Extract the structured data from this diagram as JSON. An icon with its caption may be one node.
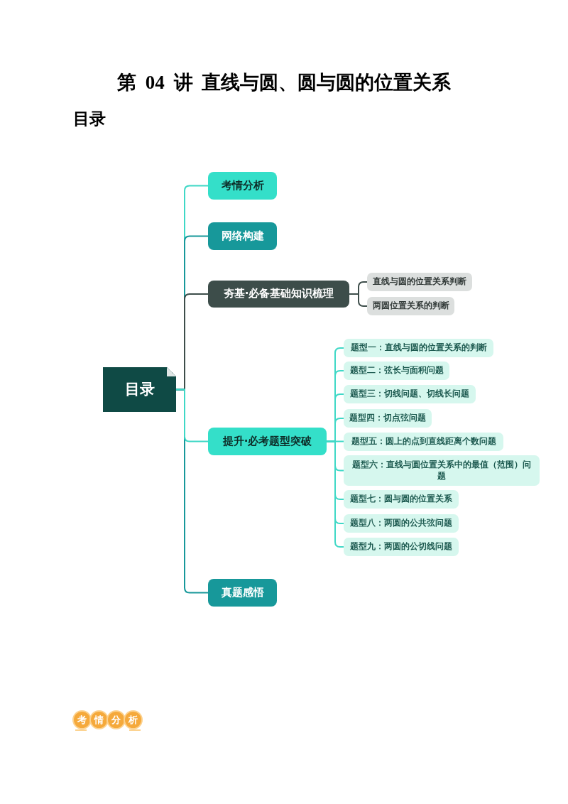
{
  "diagram": {
    "title": "第 04 讲 直线与圆、圆与圆的位置关系",
    "nodes": [
      {
        "text": [
          "目录"
        ]
      },
      {
        "text": [
          "考情分析"
        ]
      },
      {
        "text": [
          "网络构建"
        ]
      },
      {
        "text": [
          "夯基·必备基础知识梳理"
        ]
      },
      {
        "text": [
          "直线与圆的位置关系判断"
        ]
      },
      {
        "text": [
          "两圆位置关系的判断"
        ]
      },
      {
        "text": [
          "提升·必考题型突破"
        ]
      },
      {
        "text": [
          "题型一：直线与圆的位置关系的判断"
        ]
      },
      {
        "text": [
          "题型二：弦长与面积问题"
        ]
      },
      {
        "text": [
          "题型三：切线问题、切线长问题"
        ]
      },
      {
        "text": [
          "题型四：切点弦问题"
        ]
      },
      {
        "text": [
          "题型五：圆上的点到直线距离个数问题"
        ]
      },
      {
        "text": [
          "题型六：直线与圆位置关系中的最值（范围）问题"
        ]
      },
      {
        "text": [
          "题型七：圆与圆的位置关系"
        ]
      },
      {
        "text": [
          "题型八：两圆的公共弦问题"
        ]
      },
      {
        "text": [
          "题型九：两圆的公切线问题"
        ]
      },
      {
        "text": [
          "真题感悟"
        ]
      }
    ],
    "edges": [
      {
        "from": 0,
        "to": 1,
        "arrow": "none"
      },
      {
        "from": 0,
        "to": 2,
        "arrow": "none",
        "color": "#17989a"
      },
      {
        "from": 0,
        "to": 3,
        "arrow": "none",
        "color": "#3d4d4a"
      },
      {
        "from": 3,
        "to": 4,
        "arrow": "none",
        "color": "#3d4d4a"
      },
      {
        "from": 3,
        "to": 5,
        "arrow": "none",
        "color": "#3d4d4a"
      },
      {
        "from": 0,
        "to": 6,
        "arrow": "none"
      },
      {
        "from": 6,
        "to": 7,
        "arrow": "none"
      },
      {
        "from": 6,
        "to": 8,
        "arrow": "none"
      },
      {
        "from": 6,
        "to": 9,
        "arrow": "none"
      },
      {
        "from": 6,
        "to": 10,
        "arrow": "none"
      },
      {
        "from": 6,
        "to": 11,
        "arrow": "none"
      },
      {
        "from": 6,
        "to": 12,
        "arrow": "none"
      },
      {
        "from": 6,
        "to": 13,
        "arrow": "none"
      },
      {
        "from": 6,
        "to": 14,
        "arrow": "none"
      },
      {
        "from": 6,
        "to": 15,
        "arrow": "none"
      },
      {
        "from": 0,
        "to": 16,
        "arrow": "none",
        "color": "#17989a"
      }
    ],
    "labels": [
      "目录",
      "考情分析"
    ]
  }
}
